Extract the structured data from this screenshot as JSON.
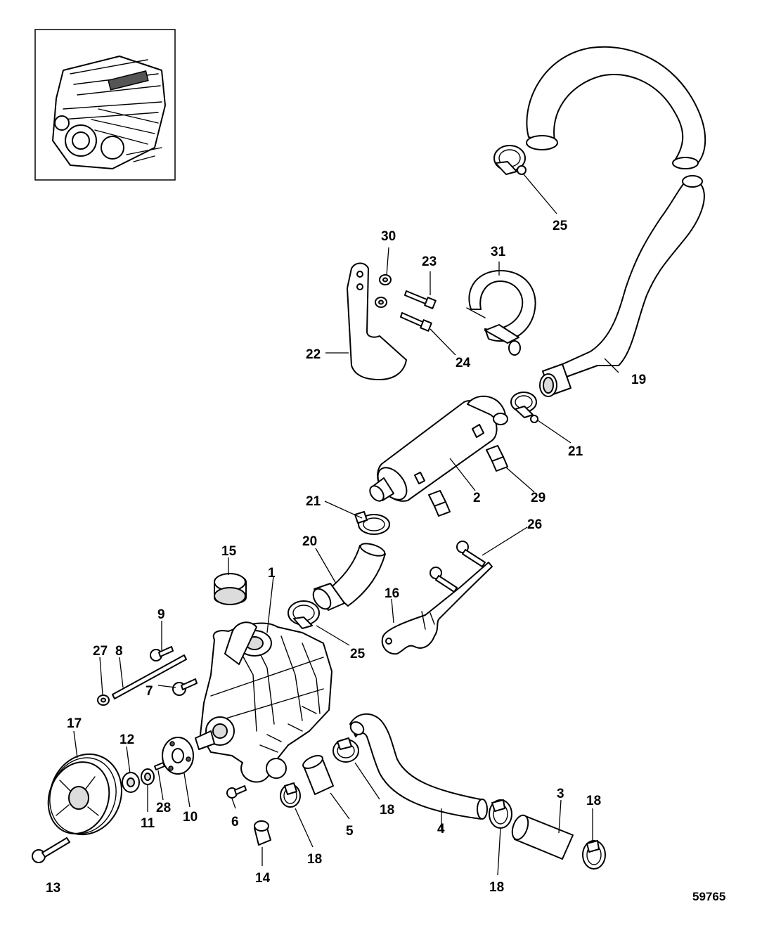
{
  "diagram": {
    "reference_number": "59765",
    "callouts": [
      {
        "id": "1",
        "label": "1"
      },
      {
        "id": "2",
        "label": "2"
      },
      {
        "id": "3",
        "label": "3"
      },
      {
        "id": "4",
        "label": "4"
      },
      {
        "id": "5",
        "label": "5"
      },
      {
        "id": "6",
        "label": "6"
      },
      {
        "id": "7",
        "label": "7"
      },
      {
        "id": "8",
        "label": "8"
      },
      {
        "id": "9",
        "label": "9"
      },
      {
        "id": "10",
        "label": "10"
      },
      {
        "id": "11",
        "label": "11"
      },
      {
        "id": "12",
        "label": "12"
      },
      {
        "id": "13",
        "label": "13"
      },
      {
        "id": "14",
        "label": "14"
      },
      {
        "id": "15",
        "label": "15"
      },
      {
        "id": "16",
        "label": "16"
      },
      {
        "id": "17",
        "label": "17"
      },
      {
        "id": "18a",
        "label": "18"
      },
      {
        "id": "18b",
        "label": "18"
      },
      {
        "id": "18c",
        "label": "18"
      },
      {
        "id": "18d",
        "label": "18"
      },
      {
        "id": "19",
        "label": "19"
      },
      {
        "id": "20",
        "label": "20"
      },
      {
        "id": "21a",
        "label": "21"
      },
      {
        "id": "21b",
        "label": "21"
      },
      {
        "id": "22",
        "label": "22"
      },
      {
        "id": "23",
        "label": "23"
      },
      {
        "id": "24",
        "label": "24"
      },
      {
        "id": "25a",
        "label": "25"
      },
      {
        "id": "25b",
        "label": "25"
      },
      {
        "id": "26",
        "label": "26"
      },
      {
        "id": "27",
        "label": "27"
      },
      {
        "id": "28",
        "label": "28"
      },
      {
        "id": "29",
        "label": "29"
      },
      {
        "id": "30",
        "label": "30"
      },
      {
        "id": "31",
        "label": "31"
      }
    ]
  }
}
